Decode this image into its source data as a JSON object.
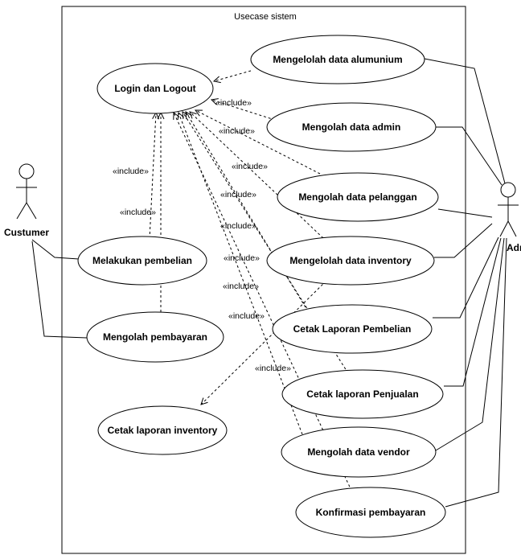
{
  "system": {
    "title": "Usecase sistem"
  },
  "actors": {
    "customer": {
      "label": "Custumer"
    },
    "admin": {
      "label": "Admin"
    }
  },
  "usecases": {
    "login": "Login dan Logout",
    "alumunium": "Mengelolah data alumunium",
    "admin_data": "Mengolah data admin",
    "pelanggan": "Mengolah data pelanggan",
    "inventory": "Mengelolah data inventory",
    "pembelian": "Melakukan pembelian",
    "pembayaran": "Mengolah pembayaran",
    "lap_pembelian": "Cetak Laporan Pembelian",
    "lap_penjualan": "Cetak laporan Penjualan",
    "lap_inventory": "Cetak laporan inventory",
    "vendor": "Mengolah data vendor",
    "konfirmasi": "Konfirmasi pembayaran"
  },
  "stereotype": "«include»"
}
